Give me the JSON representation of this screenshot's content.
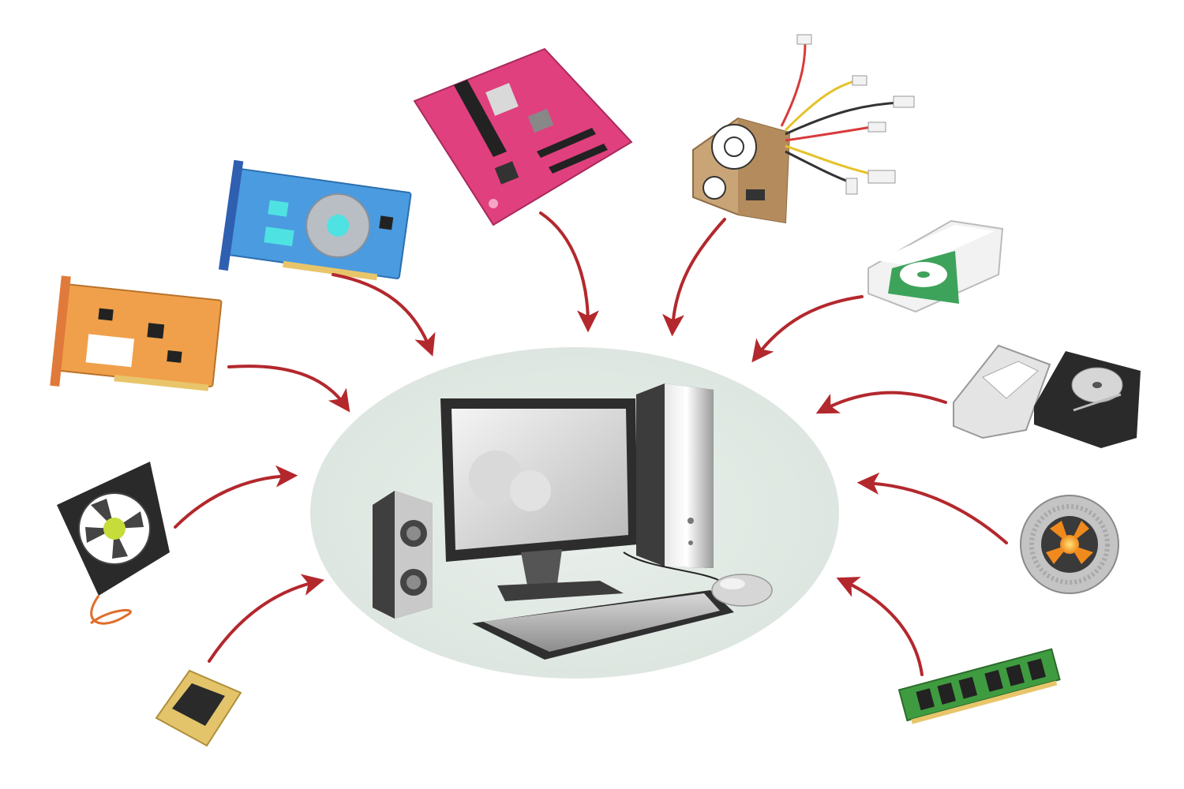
{
  "diagram": {
    "center": "desktop-computer",
    "components": [
      "sound-card",
      "graphics-card",
      "motherboard",
      "power-supply",
      "optical-drive",
      "hard-drives",
      "cpu-cooler",
      "ram-module",
      "cpu",
      "case-fan"
    ]
  },
  "colors": {
    "arrow": "#b3282d",
    "hub": "#e3ebe6",
    "soundcard": "#f0a04b",
    "graphics": "#4a9be0",
    "motherboard": "#e0407e",
    "psu": "#c9a477",
    "ram": "#3f9b3f",
    "cpu": "#e3c46a"
  }
}
